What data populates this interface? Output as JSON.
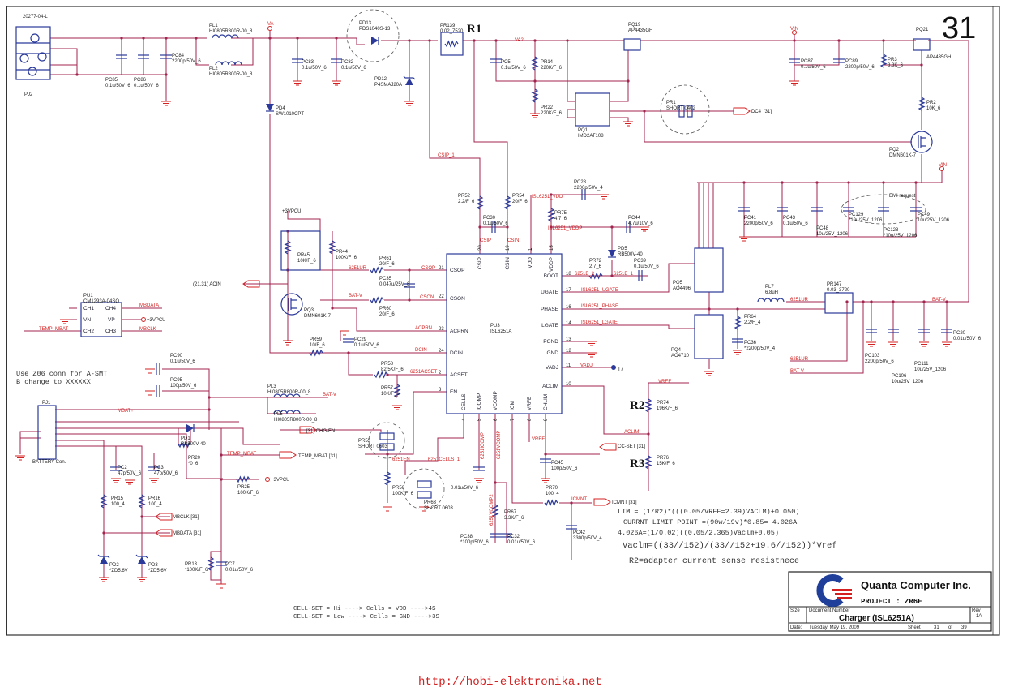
{
  "sheet_number": "31",
  "title_block": {
    "company": "Quanta Computer Inc.",
    "project": "PROJECT : ZR6E",
    "size_label": "Size",
    "doc_number_label": "Document Number",
    "doc_title": "Charger (ISL6251A)",
    "rev_label": "Rev",
    "rev": "1A",
    "date_label": "Date:",
    "date": "Tuesday, May 19, 2009",
    "sheet_label": "Sheet",
    "sheet": "31",
    "of_label": "of",
    "total": "39"
  },
  "footer_url": "http://hobi-elektronika.net",
  "colors": {
    "wire": "#a3234f",
    "symbol": "#2b3a9a",
    "net_label": "#d42020"
  },
  "c": {
    "PJ2": {
      "ref": "PJ2",
      "value": "20277-04-L"
    },
    "PC85": {
      "ref": "PC85",
      "value": "0.1u/50V_6"
    },
    "PC86": {
      "ref": "PC86",
      "value": "0.1u/50V_6"
    },
    "PC84": {
      "ref": "PC84",
      "value": "2200p/50V_6"
    },
    "PL1": {
      "ref": "PL1",
      "value": "HI0805R800R-00_8"
    },
    "PL2": {
      "ref": "PL2",
      "value": "HI0805R800R-00_8"
    },
    "PC83": {
      "ref": "PC83",
      "value": "0.1u/50V_6"
    },
    "PC82": {
      "ref": "PC82",
      "value": "0.1u/50V_6"
    },
    "PD13": {
      "ref": "PD13",
      "value": "PDS1040S-13"
    },
    "PD12": {
      "ref": "PD12",
      "value": "P4SMAJ20A"
    },
    "PD4": {
      "ref": "PD4",
      "value": "SW1010CPT"
    },
    "PR139": {
      "ref": "PR139",
      "value": "0.02_7520"
    },
    "PC5": {
      "ref": "PC5",
      "value": "0.1u/50V_6"
    },
    "PR14": {
      "ref": "PR14",
      "value": "220K/F_6"
    },
    "PR22": {
      "ref": "PR22",
      "value": "220K/F_6"
    },
    "PQ1": {
      "ref": "PQ1",
      "value": "IMD2AT108"
    },
    "PQ19": {
      "ref": "PQ19",
      "value": "AP4435GH"
    },
    "PR1": {
      "ref": "PR1",
      "value": "SHORT 0402"
    },
    "PC87": {
      "ref": "PC87",
      "value": "0.1u/50V_6"
    },
    "PC89": {
      "ref": "PC89",
      "value": "2200p/50V_6"
    },
    "PR3": {
      "ref": "PR3",
      "value": "3.3K_6"
    },
    "PQ21": {
      "ref": "PQ21",
      "value": "AP4435GH"
    },
    "PR2": {
      "ref": "PR2",
      "value": "10K_6"
    },
    "PQ2": {
      "ref": "PQ2",
      "value": "DMN601K-7"
    },
    "PR52": {
      "ref": "PR52",
      "value": "2.2/F_6"
    },
    "PR54": {
      "ref": "PR54",
      "value": "20/F_6"
    },
    "PC28": {
      "ref": "PC28",
      "value": "2200p/50V_4"
    },
    "PR75": {
      "ref": "PR75",
      "value": "4.7_6"
    },
    "PC30": {
      "ref": "PC30",
      "value": "0.1u/50V_6"
    },
    "PC44": {
      "ref": "PC44",
      "value": "4.7u/10V_6"
    },
    "PD5": {
      "ref": "PD5",
      "value": "RB500V-40"
    },
    "PC41": {
      "ref": "PC41",
      "value": "2200p/50V_6"
    },
    "PC43": {
      "ref": "PC43",
      "value": "0.1u/50V_6"
    },
    "PC48": {
      "ref": "PC48",
      "value": "10u/25V_1206"
    },
    "PC129": {
      "ref": "PC129",
      "value": "*10u/25V_1206"
    },
    "PC128": {
      "ref": "PC128",
      "value": "*10u/25V_1206"
    },
    "PC49": {
      "ref": "PC49",
      "value": "10u/25V_1206"
    },
    "PR45": {
      "ref": "PR45",
      "value": "10K/F_6"
    },
    "PR44": {
      "ref": "PR44",
      "value": "100K/F_6"
    },
    "PR61": {
      "ref": "PR61",
      "value": "20/F_6"
    },
    "PC35": {
      "ref": "PC35",
      "value": "0.047u/25V_6"
    },
    "PR60": {
      "ref": "PR60",
      "value": "20/F_6"
    },
    "PQ3": {
      "ref": "PQ3",
      "value": "DMN601K-7"
    },
    "PR59": {
      "ref": "PR59",
      "value": "10/F_6"
    },
    "PC29": {
      "ref": "PC29",
      "value": "0.1u/50V_6"
    },
    "PR58": {
      "ref": "PR58",
      "value": "82.5K/F_6"
    },
    "PR57": {
      "ref": "PR57",
      "value": "10K/F_6"
    },
    "PU3": {
      "ref": "PU3",
      "value": "ISL6251A"
    },
    "PR72": {
      "ref": "PR72",
      "value": "2.7_6"
    },
    "PC39": {
      "ref": "PC39",
      "value": "0.1u/50V_6"
    },
    "PQ5": {
      "ref": "PQ5",
      "value": "AO4496"
    },
    "PQ4": {
      "ref": "PQ4",
      "value": "AO4710"
    },
    "PR64": {
      "ref": "PR64",
      "value": "2.2/F_4"
    },
    "PC36": {
      "ref": "PC36",
      "value": "*2200p/50V_4"
    },
    "PL7": {
      "ref": "PL7",
      "value": "6.8uH"
    },
    "PR147": {
      "ref": "PR147",
      "value": "0.03_3720"
    },
    "PC20": {
      "ref": "PC20",
      "value": "0.01u/50V_6"
    },
    "PC103": {
      "ref": "PC103",
      "value": "2200p/50V_6"
    },
    "PC111": {
      "ref": "PC111",
      "value": "10u/25V_1206"
    },
    "PC106": {
      "ref": "PC106",
      "value": "10u/25V_1206"
    },
    "PR74": {
      "ref": "PR74",
      "value": "196K/F_6"
    },
    "PR76": {
      "ref": "PR76",
      "value": "15K/F_6"
    },
    "PC45": {
      "ref": "PC45",
      "value": "100p/50V_6"
    },
    "PR70": {
      "ref": "PR70",
      "value": "100_4"
    },
    "PC42": {
      "ref": "PC42",
      "value": "3300p/50V_4"
    },
    "PR67": {
      "ref": "PR67",
      "value": "3.3K/F_6"
    },
    "PC38": {
      "ref": "PC38",
      "value": "*100p/50V_6"
    },
    "PC32": {
      "ref": "PC32",
      "value": "0.01u/50V_6"
    },
    "PC_ICOMP": {
      "value": "0.01u/50V_6"
    },
    "PR53": {
      "ref": "PR53",
      "value": "SHORT 0603"
    },
    "PR56": {
      "ref": "PR56",
      "value": "100K/F_6"
    },
    "PR63": {
      "ref": "PR63",
      "value": "SHORT 0603"
    },
    "PU1": {
      "ref": "PU1",
      "value": "CM1293A-04SO"
    },
    "PC90": {
      "ref": "PC90",
      "value": "0.1u/50V_6"
    },
    "PC95": {
      "ref": "PC95",
      "value": "100p/50V_6"
    },
    "PL3": {
      "ref": "PL3",
      "value": "HI0805R800R-00_8"
    },
    "PL5": {
      "ref": "PL5",
      "value": "HI0805R800R-00_8"
    },
    "PJ1": {
      "ref": "PJ1",
      "value": "BATTERY Con."
    },
    "PD1": {
      "ref": "PD1",
      "value": "RB500V-40"
    },
    "PR20": {
      "ref": "PR20",
      "value": "*0_6"
    },
    "PR25": {
      "ref": "PR25",
      "value": "100K/F_6"
    },
    "PC2": {
      "ref": "PC2",
      "value": "47p/50V_6"
    },
    "PC3": {
      "ref": "PC3",
      "value": "47p/50V_6"
    },
    "PR15": {
      "ref": "PR15",
      "value": "100_4"
    },
    "PR16": {
      "ref": "PR16",
      "value": "100_4"
    },
    "PD2": {
      "ref": "PD2",
      "value": "*ZD5.6V"
    },
    "PD3": {
      "ref": "PD3",
      "value": "*ZD5.6V"
    },
    "PR13": {
      "ref": "PR13",
      "value": "*100K/F_6"
    },
    "PC7": {
      "ref": "PC7",
      "value": "0.01u/50V_6"
    }
  },
  "ic": {
    "left_pins": [
      [
        "21",
        "CSOP"
      ],
      [
        "22",
        "CSON"
      ],
      [
        "23",
        "ACPRN"
      ],
      [
        "24",
        "DCIN"
      ],
      [
        "2",
        "ACSET"
      ],
      [
        "3",
        "EN"
      ]
    ],
    "right_pins": [
      [
        "18",
        "BOOT"
      ],
      [
        "17",
        "UGATE"
      ],
      [
        "16",
        "PHASE"
      ],
      [
        "14",
        "LGATE"
      ],
      [
        "13",
        "PGND"
      ],
      [
        "12",
        "GND"
      ],
      [
        "11",
        "VADJ"
      ],
      [
        "10",
        "ACLIM"
      ]
    ],
    "top_pins": [
      [
        "20",
        "CSIP"
      ],
      [
        "19",
        "CSIN"
      ],
      [
        "1",
        "VDD"
      ],
      [
        "15",
        "VDDP"
      ]
    ],
    "bottom_pins": [
      [
        "4",
        "CELLS"
      ],
      [
        "5",
        "ICOMP"
      ],
      [
        "6",
        "VCOMP"
      ],
      [
        "7",
        "ICM"
      ],
      [
        "8",
        "VRFE"
      ],
      [
        "9",
        "CHLIM"
      ]
    ]
  },
  "pu1_pins": [
    "CH1",
    "VN",
    "CH2",
    "CH4",
    "VP",
    "CH3"
  ],
  "nets": {
    "VA": "VA",
    "VA2": "VA2",
    "VIN": "VIN",
    "VIN2": "VIN",
    "DC4": "DC4",
    "DC4_ref": "[31]",
    "CSIP_1": "CSIP_1",
    "CSIP": "CSIP",
    "CSIN": "CSIN",
    "VDD": "ISL6251_VDD",
    "VDDP": "ISL6251_VDDP",
    "EMI": "EMI request",
    "P3VPCU": "+3VPCU",
    "ACIN": "(21,31)  ACIN",
    "UR1": "6251UR",
    "BATV1": "BAT-V",
    "CSOP": "CSOP",
    "CSON": "CSON",
    "ACPRN": "ACPRN",
    "DCIN": "DCIN",
    "ACSET": "6251ACSET",
    "B2": "6251B_2",
    "B1": "6251B_1",
    "UGATE": "ISL6251_UGATE",
    "PHASE": "ISL6251_PHASE",
    "LGATE": "ISL6251_LGATE",
    "VADJ": "VADJ",
    "T7": "T7",
    "UR2": "6251UR",
    "BATV2": "BAT-V",
    "UR3": "6251UR",
    "BATV3": "BAT-V",
    "VREF": "VREF",
    "ACLIM": "ACLIM",
    "CCSET": "CC-SET  [31]",
    "VREF2": "VREF",
    "ICMNT": "ICMNT",
    "ICMNT_ref": "ICMNT  [31]",
    "ICOMP": "6251ICOMP",
    "VCOMP": "6251VCOMP",
    "VCOMP2": "6251VCOMP2",
    "EN": "6251EN",
    "CELLS": "6251CELLS_1",
    "CHGEN": "[31]  CHG-EN",
    "MBDATA": "MBDATA",
    "P3VPCU2": "+3VPCU",
    "MBCLK": "MBCLK",
    "TEMP1": "TEMP_MBAT",
    "BATV4": "BAT-V",
    "MBAT": "MBAT+",
    "TEMP2": "TEMP_MBAT",
    "TEMP_ref": "TEMP_MBAT  [31]",
    "P3VPCU3": "+3VPCU",
    "MBCLK_ref": "MBCLK  [31]",
    "MBDATA_ref": "MBDATA  [31]"
  },
  "labels": {
    "R1": "R1",
    "R2": "R2",
    "R3": "R3"
  },
  "notes": {
    "conn1": "Use Z06 conn for A-SMT",
    "conn2": "B change to XXXXXX",
    "eq1": "LIM = (1/R2)*(((0.05/VREF=2.39)VACLM)+0.050)",
    "eq2": "CURRNT LIMIT POINT =(90w/19v)*0.85= 4.026A",
    "eq3": "4.026A=(1/0.02)((0.05/2.365)Vaclm+0.05)",
    "eq4": "Vaclm=((33//152)/(33//152+19.6//152))*Vref",
    "eq5": "R2=adapter current sense resistnece",
    "cell1": "CELL-SET = Hi  ----> Cells = VDD ---->4S",
    "cell2": "CELL-SET = Low ----> Cells = GND ---->3S"
  }
}
